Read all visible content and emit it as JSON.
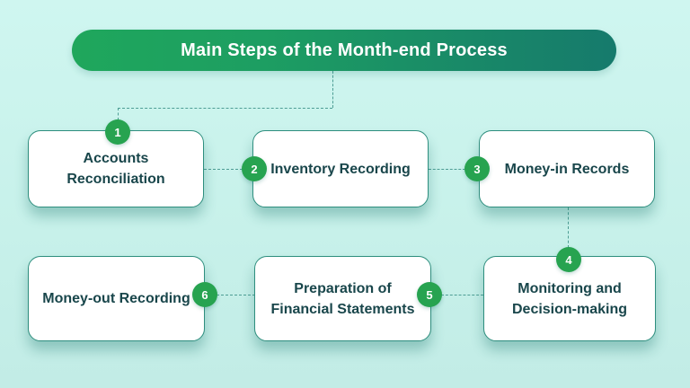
{
  "title": "Main Steps of the Month-end Process",
  "steps": [
    {
      "number": "1",
      "label": "Accounts Reconciliation"
    },
    {
      "number": "2",
      "label": "Inventory Recording"
    },
    {
      "number": "3",
      "label": "Money-in Records"
    },
    {
      "number": "4",
      "label": "Monitoring and Decision-making"
    },
    {
      "number": "5",
      "label": "Preparation of Financial Statements"
    },
    {
      "number": "6",
      "label": "Money-out Recording"
    }
  ],
  "colors": {
    "background": "#c7f1ea",
    "banner_gradient_start": "#1fa75c",
    "banner_gradient_end": "#167a6c",
    "banner_text": "#ffffff",
    "box_background": "#ffffff",
    "box_border": "#2e8e7e",
    "box_text": "#19464b",
    "number_circle": "#27a350",
    "connector_dash": "#4d9d94"
  }
}
